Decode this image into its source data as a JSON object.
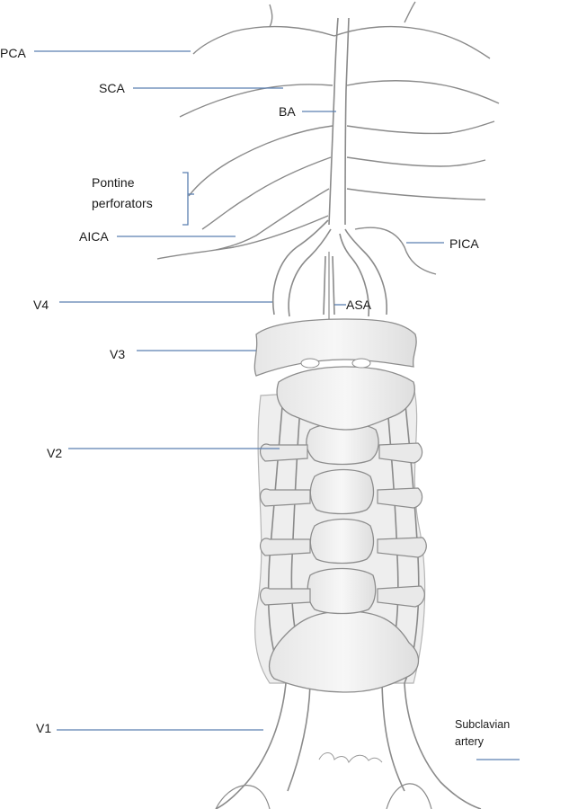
{
  "labels": {
    "pca": "PCA",
    "sca": "SCA",
    "ba": "BA",
    "pontine_line1": "Pontine",
    "pontine_line2": "perforators",
    "aica": "AICA",
    "pica": "PICA",
    "v4": "V4",
    "asa": "ASA",
    "v3": "V3",
    "v2": "V2",
    "v1": "V1",
    "subclavian_line1": "Subclavian",
    "subclavian_line2": "artery"
  },
  "colors": {
    "leader_line": "#5b7fb0",
    "pencil": "#8a8a8a",
    "shade": "#d4d4d4",
    "paper": "#ffffff"
  }
}
